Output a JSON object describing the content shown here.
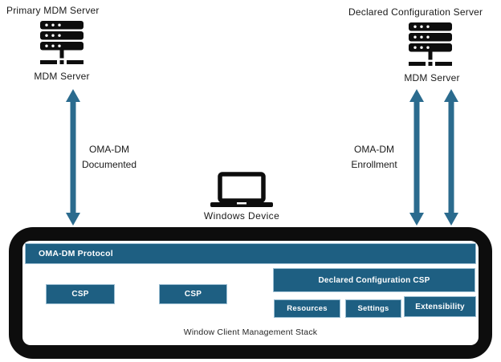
{
  "colors": {
    "teal": "#1E5F82",
    "arrow": "#2B6B8E",
    "ink": "#0D0D0D",
    "boxborder": "#9CBFD3",
    "text": "#1A1A1A",
    "footer_text": "#262626"
  },
  "servers": {
    "primary": {
      "title": "Primary MDM Server",
      "label": "MDM Server",
      "icon": "server-icon"
    },
    "declared": {
      "title": "Declared Configuration Server",
      "label": "MDM Server",
      "icon": "server-icon"
    }
  },
  "connections": {
    "documented": {
      "line1": "OMA-DM",
      "line2": "Documented",
      "icon": "double-arrow-icon"
    },
    "enrollment": {
      "line1": "OMA-DM",
      "line2": "Enrollment",
      "icon": "double-arrow-icon"
    }
  },
  "device": {
    "label": "Windows Device",
    "icon": "laptop-icon"
  },
  "stack": {
    "protocol_header": "OMA-DM Protocol",
    "csp_boxes": [
      "CSP",
      "CSP"
    ],
    "declared_csp": "Declared Configuration CSP",
    "sub_boxes": [
      "Resources",
      "Settings",
      "Extensibility"
    ],
    "footer": "Window Client Management Stack"
  }
}
